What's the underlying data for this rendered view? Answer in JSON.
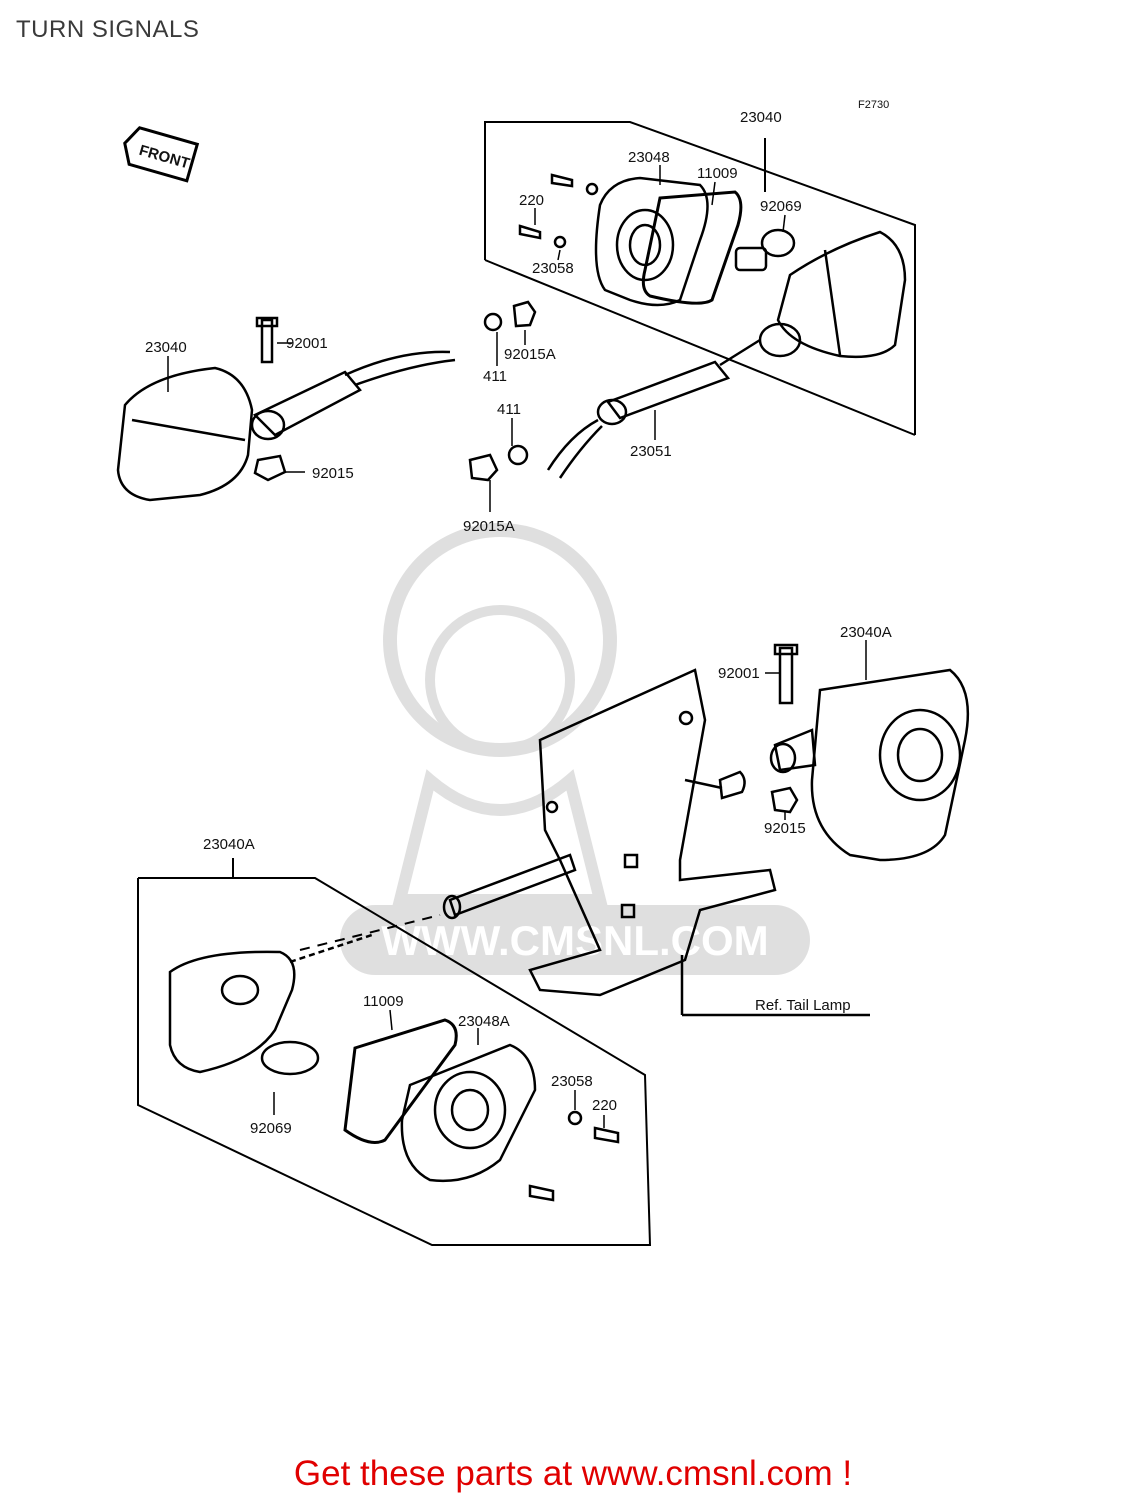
{
  "page": {
    "title": "TURN SIGNALS"
  },
  "diagram": {
    "figure_id": "F2730",
    "front_marker": "FRONT",
    "ref_note": "Ref. Tail Lamp",
    "watermark": "WWW.CMSNL.COM",
    "parts": {
      "assy_top_right": "23040",
      "assy_left": "23040",
      "assy_lower_right": "23040A",
      "assy_lower_left": "23040A",
      "lens_top": "23048",
      "lens_bottom": "23048A",
      "gasket_top": "11009",
      "gasket_bottom": "11009",
      "bulb_top": "92069",
      "bulb_bottom": "92069",
      "screw_top": "220",
      "screw_bottom": "220",
      "washer_top": "23058",
      "washer_bottom": "23058",
      "bolt_left": "92001",
      "bolt_right": "92001",
      "nut_left": "92015",
      "nut_right": "92015",
      "nut_a_upper": "92015A",
      "nut_a_lower": "92015A",
      "washer411_upper": "411",
      "washer411_lower": "411",
      "stay": "23051"
    }
  },
  "footer": {
    "cta": "Get these parts at www.cmsnl.com !"
  }
}
